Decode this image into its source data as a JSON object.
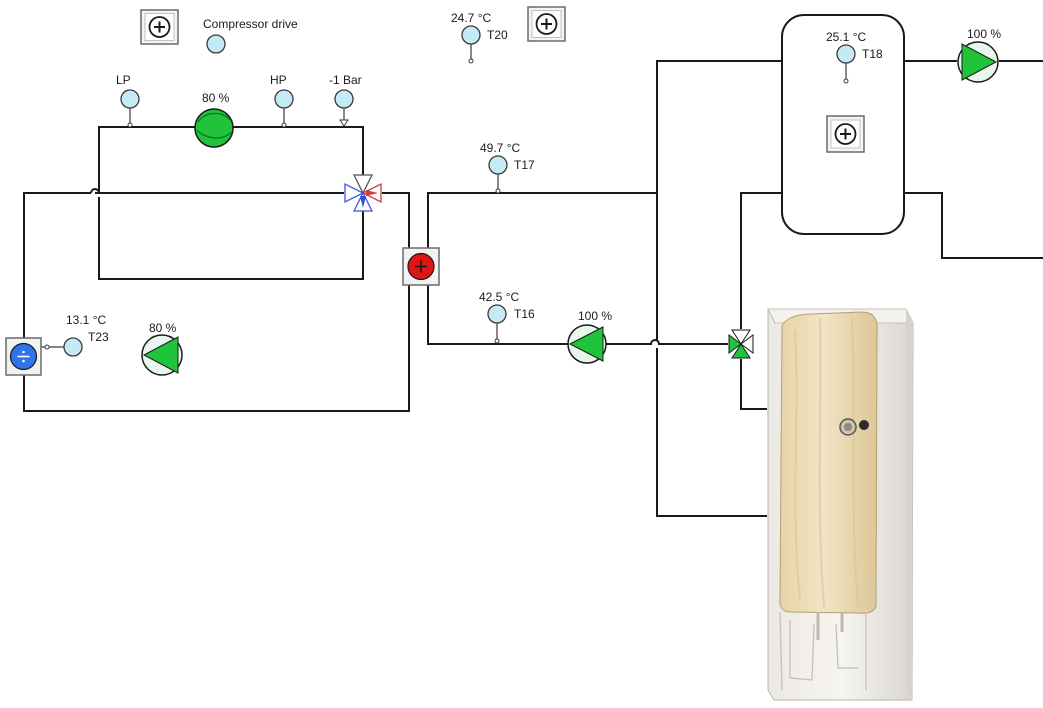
{
  "compressor_drive": {
    "label": "Compressor drive"
  },
  "sensors": {
    "t20": {
      "value": "24.7 °C",
      "id": "T20"
    },
    "t18": {
      "value": "25.1 °C",
      "id": "T18"
    },
    "t17": {
      "value": "49.7 °C",
      "id": "T17"
    },
    "t16": {
      "value": "42.5 °C",
      "id": "T16"
    },
    "t23": {
      "value": "13.1 °C",
      "id": "T23"
    },
    "lp": {
      "label": "LP"
    },
    "hp": {
      "label": "HP"
    },
    "pressure": {
      "label": "-1 Bar"
    }
  },
  "compressor": {
    "speed": "80 %"
  },
  "pumps": {
    "brine": {
      "speed": "80 %"
    },
    "heating": {
      "speed": "100 %"
    },
    "tank_out": {
      "speed": "100 %"
    }
  },
  "colors": {
    "pipe": "#1a1a1a",
    "pump_green": "#1fc43a",
    "sensor_fill": "#c6eaf5",
    "evaporator_blue": "#2f74e8",
    "condenser_red": "#e01414",
    "valve_blue": "#3e56e0",
    "valve_red": "#d23a3a",
    "tank_cream": "#eedfbe"
  },
  "icons": {
    "add": "add-icon",
    "pump": "pump-icon",
    "sensor": "sensor-icon",
    "evaporator": "evaporator-icon",
    "condenser": "condenser-icon",
    "valve": "valve-icon",
    "cabinet": "heat-pump-cabinet-icon"
  }
}
